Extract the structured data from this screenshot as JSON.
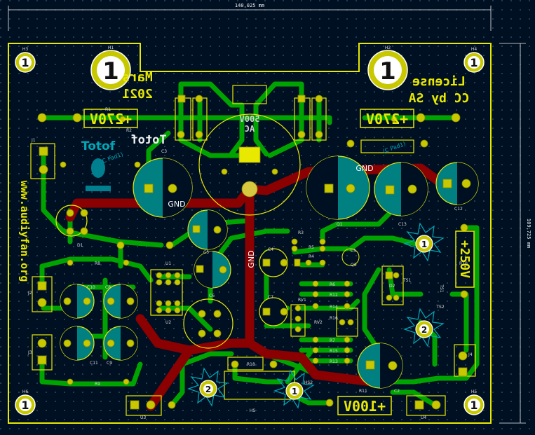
{
  "dimensions": {
    "width_label": "140,025 mm",
    "height_label": "109,725 mm"
  },
  "silkscreen": {
    "date_line1": "Mars",
    "date_line2": "2021",
    "license_line1": "License",
    "license_line2": "CC by SA",
    "supply_left": "+270V",
    "supply_right": "+270V",
    "supply_bottom": "+100V",
    "supply_side": "+250V",
    "ac_label_1": "500V",
    "ac_label_2": "AC",
    "author_white": "Totof",
    "author_cyan": "Totof",
    "website": "www.audiyfan.org",
    "cpad_left": "(C Pad1)",
    "cpad_right": "(C Pad1)"
  },
  "gnd_labels": [
    "GND",
    "GND",
    "GND"
  ],
  "mounting_holes": [
    {
      "ref": "H3",
      "num": "1"
    },
    {
      "ref": "H1",
      "num": "1"
    },
    {
      "ref": "H2",
      "num": "1"
    },
    {
      "ref": "H4",
      "num": "1"
    },
    {
      "ref": "H6",
      "num": "1"
    },
    {
      "ref": "H5",
      "num": "1"
    },
    {
      "ref": "HS",
      "num": "2"
    },
    {
      "ref": "HS2",
      "num": "1"
    },
    {
      "ref": "TS1",
      "num": "1"
    },
    {
      "ref": "TS2",
      "num": "2"
    }
  ],
  "component_refs": {
    "c3": "C3",
    "c12": "C12",
    "c13": "C13",
    "c4": "C4",
    "c5": "C5",
    "c6": "C6",
    "c7": "C7",
    "c10": "C10",
    "c11": "C11",
    "c8": "C8",
    "c9": "C9",
    "c2": "C2",
    "r1": "R1",
    "r2": "R2",
    "r3": "R3",
    "r4": "R4",
    "r5": "R5",
    "r6": "R6",
    "r7": "R7",
    "r8": "R8",
    "r9": "R9",
    "r10": "R10",
    "r11": "R11",
    "r12": "R12",
    "r13": "R13",
    "r14": "R14",
    "r15": "R15",
    "r16": "R16",
    "r18": "R18",
    "d1": "D1",
    "d2": "D2",
    "q1": "Q1",
    "q2": "Q2",
    "rv1": "RV1",
    "rv2": "RV2",
    "j1": "J1",
    "j2": "J2",
    "j3": "J3",
    "j4": "J4",
    "u1": "U1",
    "u2": "U2",
    "u3": "U3",
    "u4": "U4",
    "u5": "U5",
    "ts1": "TS1"
  },
  "colors": {
    "background": "#001023",
    "board_outline": "#e8e800",
    "front_copper": "#8b0000",
    "back_copper": "#00a300",
    "pad": "#c8c800",
    "silk": "#e8e800"
  }
}
